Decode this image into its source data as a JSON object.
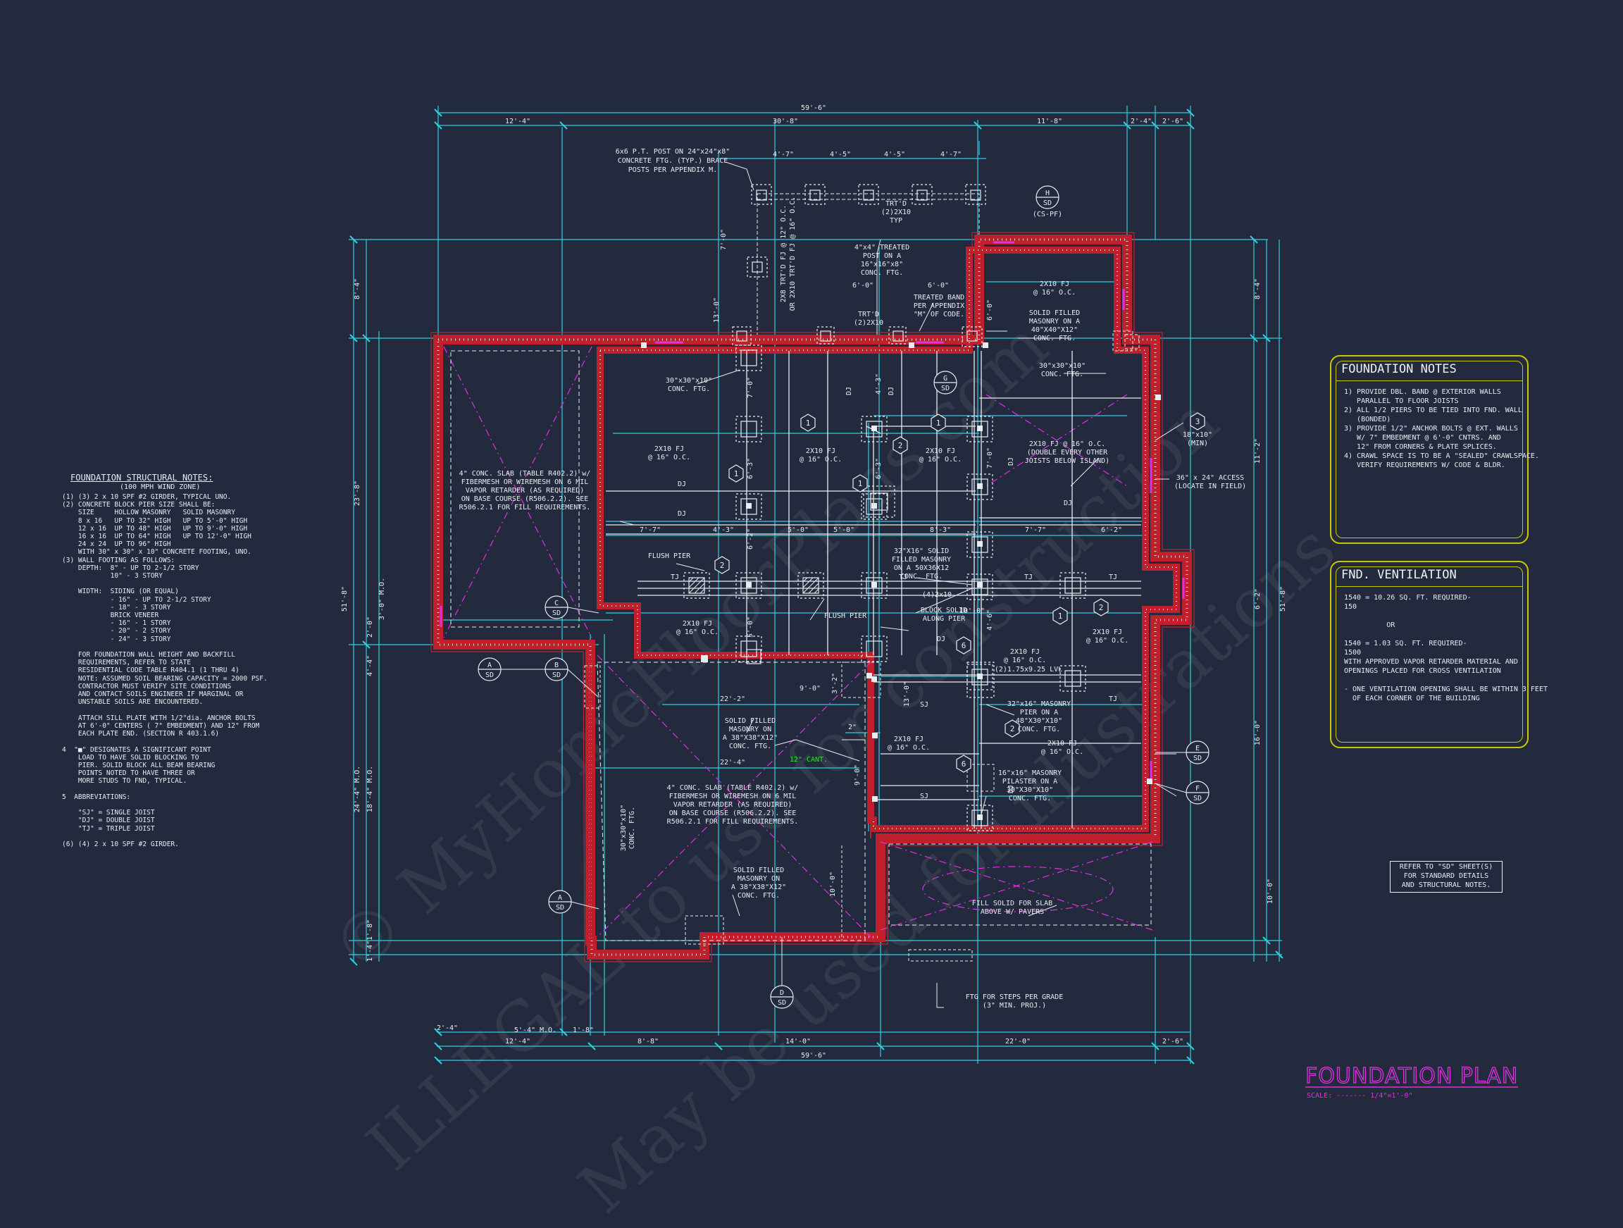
{
  "title": "FOUNDATION PLAN",
  "scale": "SCALE: ------- 1/4\"=1'-0\"",
  "watermarks": [
    "© MyHomeFloorPlans.com",
    "ILLEGAL to use for construction",
    "May be used for illustrations"
  ],
  "structural_notes": {
    "heading": "FOUNDATION STRUCTURAL NOTES:",
    "sub": "(100 MPH WIND ZONE)",
    "lines": [
      "(1) (3) 2 x 10 SPF #2 GIRDER, TYPICAL UNO.",
      "(2) CONCRETE BLOCK PIER SIZE SHALL BE:",
      "    SIZE     HOLLOW MASONRY   SOLID MASONRY",
      "    8 x 16   UP TO 32\" HIGH   UP TO 5'-0\" HIGH",
      "    12 x 16  UP TO 48\" HIGH   UP TO 9'-0\" HIGH",
      "    16 x 16  UP TO 64\" HIGH   UP TO 12'-0\" HIGH",
      "    24 x 24  UP TO 96\" HIGH",
      "    WITH 30\" x 30\" x 10\" CONCRETE FOOTING, UNO.",
      "(3) WALL FOOTING AS FOLLOWS:",
      "    DEPTH:  8\" - UP TO 2-1/2 STORY",
      "            10\" - 3 STORY",
      "",
      "    WIDTH:  SIDING (OR EQUAL)",
      "            - 16\" - UP TO 2-1/2 STORY",
      "            - 18\" - 3 STORY",
      "            BRICK VENEER",
      "            - 16\" - 1 STORY",
      "            - 20\" - 2 STORY",
      "            - 24\" - 3 STORY",
      "",
      "    FOR FOUNDATION WALL HEIGHT AND BACKFILL",
      "    REQUIREMENTS, REFER TO STATE",
      "    RESIDENTIAL CODE TABLE R404.1 (1 THRU 4)",
      "    NOTE: ASSUMED SOIL BEARING CAPACITY = 2000 PSF.",
      "    CONTRACTOR MUST VERIFY SITE CONDITIONS",
      "    AND CONTACT SOILS ENGINEER IF MARGINAL OR",
      "    UNSTABLE SOILS ARE ENCOUNTERED.",
      "",
      "    ATTACH SILL PLATE WITH 1/2\"dia. ANCHOR BOLTS",
      "    AT 6'-0\" CENTERS ( 7\" EMBEDMENT) AND 12\" FROM",
      "    EACH PLATE END. (SECTION R 403.1.6)",
      "",
      "4  \"■\" DESIGNATES A SIGNIFICANT POINT",
      "    LOAD TO HAVE SOLID BLOCKING TO",
      "    PIER. SOLID BLOCK ALL BEAM BEARING",
      "    POINTS NOTED TO HAVE THREE OR",
      "    MORE STUDS TO FND, TYPICAL.",
      "",
      "5  ABBREVIATIONS:",
      "",
      "    \"SJ\" = SINGLE JOIST",
      "    \"DJ\" = DOUBLE JOIST",
      "    \"TJ\" = TRIPLE JOIST",
      "",
      "(6) (4) 2 x 10 SPF #2 GIRDER."
    ]
  },
  "foundation_notes": {
    "title": "FOUNDATION NOTES",
    "body": "1) PROVIDE DBL. BAND @ EXTERIOR WALLS\n   PARALLEL TO FLOOR JOISTS\n2) ALL 1/2 PIERS TO BE TIED INTO FND. WALL\n   (BONDED)\n3) PROVIDE 1/2\" ANCHOR BOLTS @ EXT. WALLS\n   W/ 7\" EMBEDMENT @ 6'-0\" CNTRS. AND\n   12\" FROM CORNERS & PLATE SPLICES.\n4) CRAWL SPACE IS TO BE A \"SEALED\" CRAWLSPACE.\n   VERIFY REQUIREMENTS W/ CODE & BLDR."
  },
  "ventilation": {
    "title": "FND. VENTILATION",
    "body": "1540 = 10.26 SQ. FT. REQUIRED-\n150\n\n          OR\n\n1540 = 1.03 SQ. FT. REQUIRED-\n1500\nWITH APPROVED VAPOR RETARDER MATERIAL AND\nOPENINGS PLACED FOR CROSS VENTILATION\n\n- ONE VENTILATION OPENING SHALL BE WITHIN 3 FEET\n  OF EACH CORNER OF THE BUILDING"
  },
  "refer_note": [
    "REFER TO \"SD\" SHEET(S)",
    "FOR STANDARD DETAILS",
    "AND STRUCTURAL NOTES."
  ],
  "dims_top": [
    "59'-6\"",
    "12'-4\"",
    "30'-8\"",
    "11'-8\"",
    "2'-4\"",
    "2'-6\"",
    "4'-7\"",
    "4'-5\"",
    "4'-5\"",
    "4'-7\"",
    "6'-0\"",
    "6'-0\""
  ],
  "dims_bottom": [
    "5'-4\" M.O.",
    "2'-4\"",
    "12'-4\"",
    "1'-8\"",
    "8'-8\"",
    "14'-0\"",
    "22'-0\"",
    "2'-6\"",
    "59'-6\""
  ],
  "dims_left": [
    "8'-4\"",
    "23'-8\"",
    "51'-8\"",
    "3'-0\" M.O.",
    "2'-0\"",
    "4'-4\"",
    "24'-4\" M.O.",
    "18'-4\" M.O.",
    "1'-8\"",
    "1'-4\""
  ],
  "dims_right": [
    "8'-4\"",
    "11'-2\"",
    "51'-8\"",
    "6'-2\"",
    "16'-0\"",
    "10'-0\""
  ],
  "labels": {
    "post_note": [
      "6x6 P.T. POST ON 24\"x24\"x8\"",
      "CONCRETE FTG. (TYP.) BRACE",
      "POSTS PER APPENDIX M."
    ],
    "trtd_top": [
      "TRT'D",
      "(2)2X10",
      "TYP"
    ],
    "trtd_fj": [
      "2X8 TRT'D FJ @ 12\" O.C.",
      "OR 2X10 TRT'D FJ @ 16\" O.C."
    ],
    "post4x4": [
      "4\"x4\" TREATED",
      "POST ON A",
      "16\"x16\"x8\"",
      "CONC. FTG."
    ],
    "trtd_mid": [
      "TRT'D",
      "(2)2X10"
    ],
    "band": [
      "TREATED BAND",
      "PER APPENDIX",
      "\"M\" OF CODE."
    ],
    "h_tag": [
      "H",
      "SD",
      "(CS-PF)"
    ],
    "fj_top_right": [
      "2X10 FJ",
      "@ 16\" O.C."
    ],
    "solid_masonry_top": [
      "SOLID FILLED",
      "MASONRY ON A",
      "40\"X40\"X12\"",
      "CONC. FTG."
    ],
    "ftg_30_right": [
      "30\"x30\"x10\"",
      "CONC. FTG."
    ],
    "ftg_30_left": [
      "30\"x30\"x10\"",
      "CONC. FTG."
    ],
    "access": [
      "18\"x10\"",
      "(MIN)"
    ],
    "access36": [
      "36\" x 24\" ACCESS",
      "(LOCATE IN FIELD)"
    ],
    "fj_double": [
      "2X10 FJ @ 16\" O.C.",
      "(DOUBLE EVERY OTHER",
      "JOISTS BELOW ISLAND)"
    ],
    "slab_left": [
      "4\" CONC. SLAB (TABLE R402.2) w/",
      "FIBERMESH OR WIREMESH ON 6 MIL",
      "VAPOR RETARDER (AS REQUIRED)",
      "ON BASE COURSE (R506.2.2). SEE",
      "R506.2.1 FOR FILL REQUIREMENTS."
    ],
    "slab_bottom": [
      "4\" CONC. SLAB (TABLE R402.2) w/",
      "FIBERMESH OR WIREMESH ON 6 MIL",
      "VAPOR RETARDER (AS REQUIRED)",
      "ON BASE COURSE (R506.2.2). SEE",
      "R506.2.1 FOR FILL REQUIREMENTS."
    ],
    "fj_a": [
      "2X10 FJ",
      "@ 16\" O.C."
    ],
    "dj": "DJ",
    "tj": "TJ",
    "sj": "SJ",
    "flush_pier": "FLUSH PIER",
    "masonry_32": [
      "32\"X16\" SOLID",
      "FILLED MASONRY",
      "ON A 50X36X12",
      "CONC. FTG."
    ],
    "girder_4": "(4)2x10",
    "block_solid": [
      "BLOCK SOLID",
      "ALONG PIER"
    ],
    "lvl": "(2)1.75x9.25 LVL",
    "masonry_pier_32": [
      "32\"x16\" MASONRY",
      "PIER ON A",
      "48\"X30\"X10\"",
      "CONC. FTG."
    ],
    "pilaster": [
      "16\"x16\" MASONRY",
      "PILASTER ON A",
      "30\"X30\"X10\"",
      "CONC. FTG."
    ],
    "solid_masonry_mid": [
      "SOLID FILLED",
      "MASONRY ON",
      "A 38\"X38\"X12\"",
      "CONC. FTG."
    ],
    "solid_masonry_bot": [
      "SOLID FILLED",
      "MASONRY ON",
      "A 38\"X38\"X12\"",
      "CONC. FTG."
    ],
    "cant": "12\" CANT.",
    "fill_solid": [
      "FILL SOLID FOR SLAB",
      "ABOVE W/ PAVERS"
    ],
    "steps": [
      "FTG FOR STEPS PER GRADE",
      "(3\" MIN. PROJ.)"
    ],
    "ftg_30_vert": [
      "30\"x30\"x10\"",
      "CONC. FTG."
    ],
    "dim_22_2": "22'-2\"",
    "dim_22_4": "22'-4\"",
    "dim_2": "2\"",
    "inner_dims": [
      "7'-7\"",
      "4'-3\"",
      "5'-0\"",
      "5'-0\"",
      "8'-3\"",
      "7'-7\"",
      "6'-2\"",
      "7'-0\"",
      "6'-3\"",
      "6'-3\"",
      "4'-3\"",
      "7'-0\"",
      "6'-0\"",
      "5'-0\"",
      "4'-6\"",
      "6'-2\"",
      "13'-0\"",
      "10'-0\"",
      "9'-0\"",
      "3'-2\""
    ]
  },
  "section_tags": [
    {
      "top": "A",
      "bottom": "SD"
    },
    {
      "top": "B",
      "bottom": "SD"
    },
    {
      "top": "C",
      "bottom": "SD"
    },
    {
      "top": "A",
      "bottom": "SD"
    },
    {
      "top": "D",
      "bottom": "SD"
    },
    {
      "top": "E",
      "bottom": "SD"
    },
    {
      "top": "F",
      "bottom": "SD"
    },
    {
      "top": "G",
      "bottom": "SD"
    }
  ],
  "hex_tags": [
    "1",
    "1",
    "1",
    "1",
    "1",
    "2",
    "2",
    "2",
    "2",
    "3",
    "6",
    "6"
  ],
  "colors": {
    "background": "#232a3d",
    "dimension": "#2ecfe0",
    "wall": "#c0202c",
    "accent": "#e030e0",
    "note_box": "#c8c800",
    "text": "#e8ecf0",
    "green": "#30e030"
  }
}
